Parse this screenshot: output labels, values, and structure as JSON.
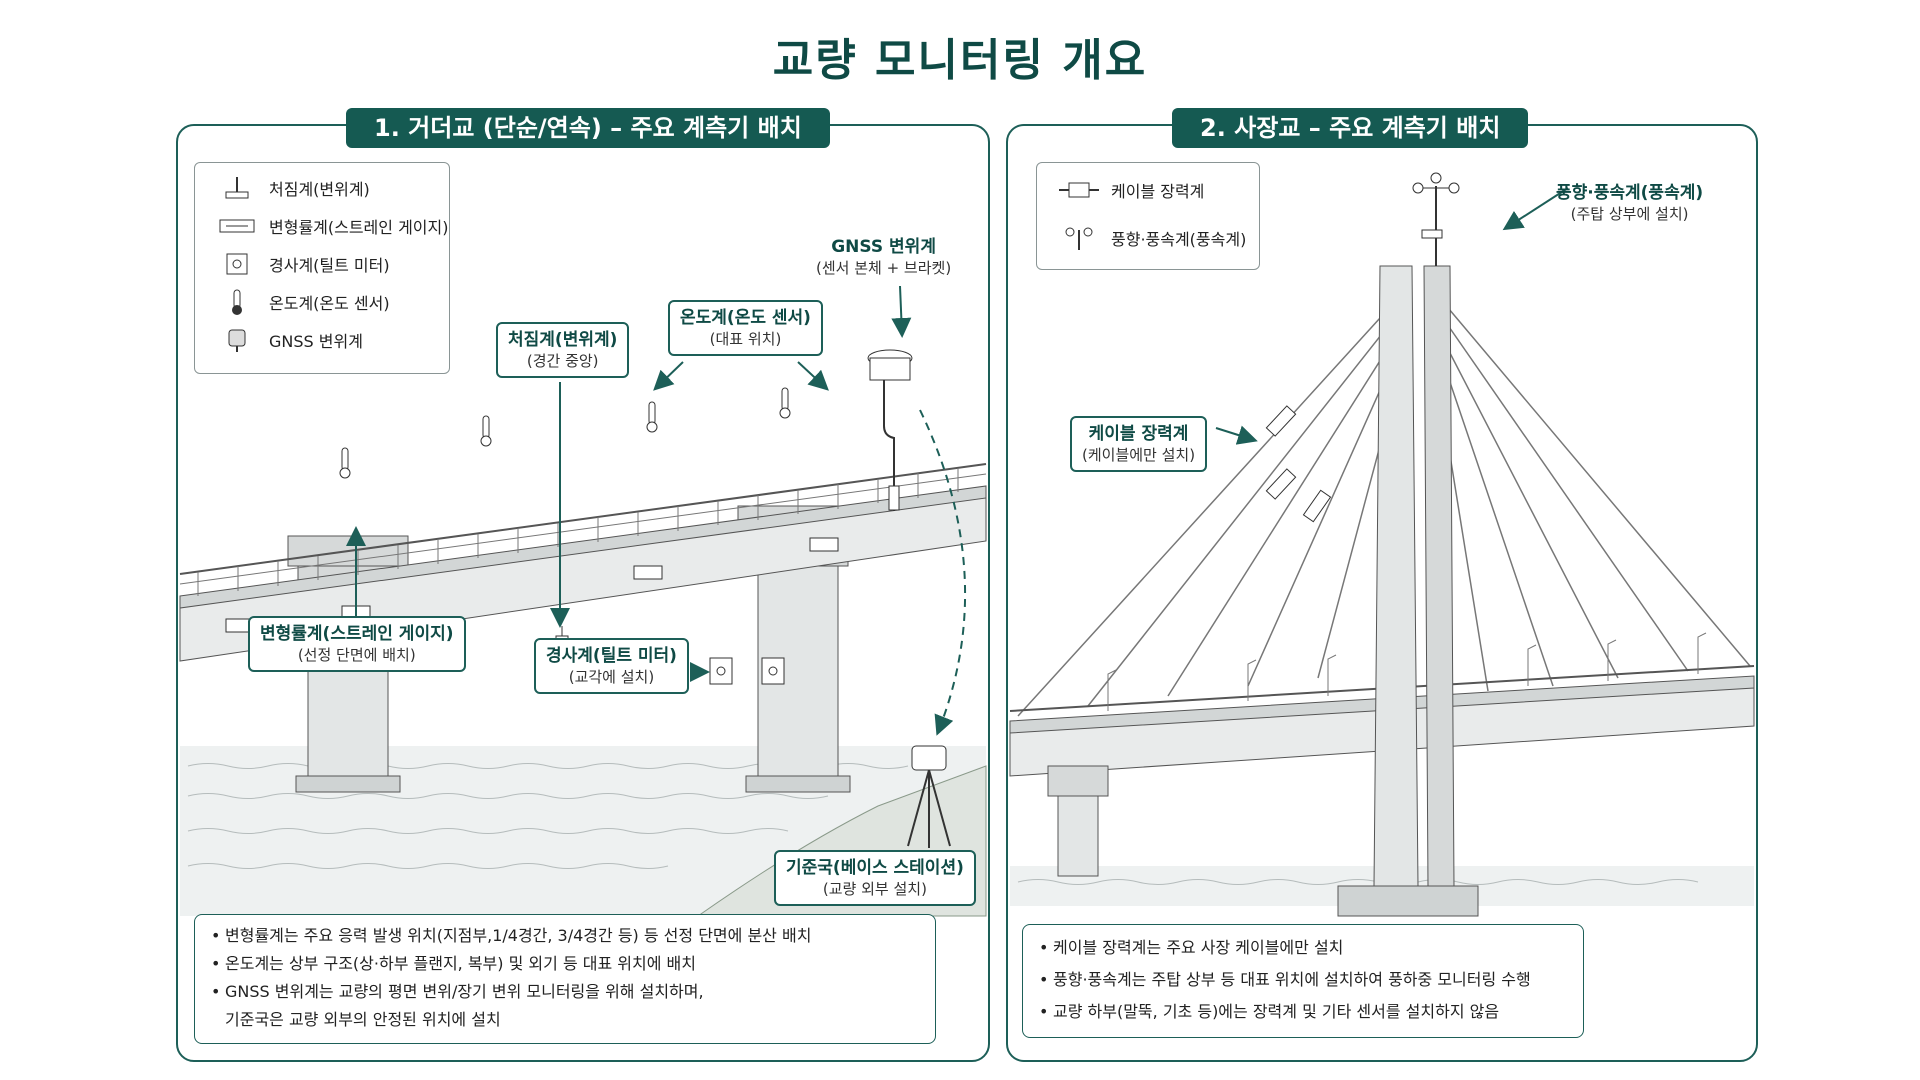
{
  "title": "교량 모니터링 개요",
  "left": {
    "header": "1. 거더교 (단순/연속) – 주요 계측기 배치",
    "legend": [
      {
        "icon": "settlement-gauge-icon",
        "label": "처짐계(변위계)"
      },
      {
        "icon": "strain-gauge-icon",
        "label": "변형률계(스트레인 게이지)"
      },
      {
        "icon": "tilt-meter-icon",
        "label": "경사계(틸트 미터)"
      },
      {
        "icon": "thermometer-icon",
        "label": "온도계(온도 센서)"
      },
      {
        "icon": "gnss-icon",
        "label": "GNSS 변위계"
      }
    ],
    "callouts": {
      "deflection": {
        "title": "처짐계(변위계)",
        "sub": "(경간 중앙)"
      },
      "temperature": {
        "title": "온도계(온도 센서)",
        "sub": "(대표 위치)"
      },
      "gnss": {
        "title": "GNSS 변위계",
        "sub": "(센서 본체 + 브라켓)"
      },
      "strain": {
        "title": "변형률계(스트레인 게이지)",
        "sub": "(선정 단면에 배치)"
      },
      "tilt": {
        "title": "경사계(틸트 미터)",
        "sub": "(교각에 설치)"
      },
      "base": {
        "title": "기준국(베이스 스테이션)",
        "sub": "(교량 외부 설치)"
      }
    },
    "notes": [
      "변형률계는 주요 응력 발생 위치(지점부,1/4경간, 3/4경간 등) 등 선정 단면에 분산 배치",
      "온도계는 상부 구조(상·하부 플랜지, 복부) 및 외기 등 대표 위치에 배치",
      "GNSS 변위계는 교량의 평면 변위/장기 변위 모니터링을 위해 설치하며,",
      "기준국은 교량 외부의 안정된 위치에 설치"
    ]
  },
  "right": {
    "header": "2. 사장교 – 주요 계측기 배치",
    "legend": [
      {
        "icon": "cable-tension-icon",
        "label": "케이블 장력계"
      },
      {
        "icon": "anemometer-icon",
        "label": "풍향·풍속계(풍속계)"
      }
    ],
    "callouts": {
      "wind": {
        "title": "풍향·풍속계(풍속계)",
        "sub": "(주탑 상부에 설치)"
      },
      "cable": {
        "title": "케이블 장력계",
        "sub": "(케이블에만 설치)"
      }
    },
    "notes": [
      "케이블 장력계는 주요 사장 케이블에만 설치",
      "풍향·풍속계는 주탑 상부 등 대표 위치에 설치하여 풍하중 모니터링 수행",
      "교량 하부(말뚝, 기초 등)에는 장력계 및 기타 센서를 설치하지 않음"
    ]
  },
  "colors": {
    "accent": "#155a52",
    "line": "#1d5f58",
    "sketch": "#555555"
  }
}
